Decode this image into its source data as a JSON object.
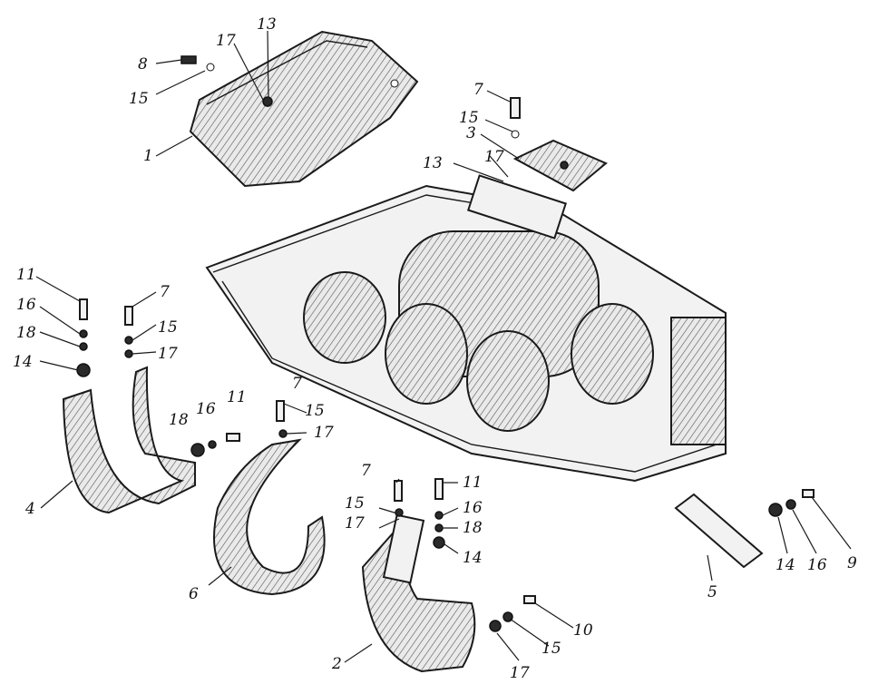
{
  "callouts": {
    "c1": "1",
    "c2": "2",
    "c3": "3",
    "c4": "4",
    "c5": "5",
    "c6": "6",
    "c7a": "7",
    "c7b": "7",
    "c7c": "7",
    "c7d": "7",
    "c8": "8",
    "c9": "9",
    "c10": "10",
    "c11a": "11",
    "c11b": "11",
    "c11c": "11",
    "c13a": "13",
    "c13b": "13",
    "c14a": "14",
    "c14b": "14",
    "c14c": "14",
    "c15a": "15",
    "c15b": "15",
    "c15c": "15",
    "c15d": "15",
    "c15e": "15",
    "c15f": "15",
    "c16a": "16",
    "c16b": "16",
    "c16c": "16",
    "c16d": "16",
    "c17a": "17",
    "c17b": "17",
    "c17c": "17",
    "c17d": "17",
    "c17e": "17",
    "c17f": "17",
    "c18a": "18",
    "c18b": "18",
    "c18c": "18"
  }
}
